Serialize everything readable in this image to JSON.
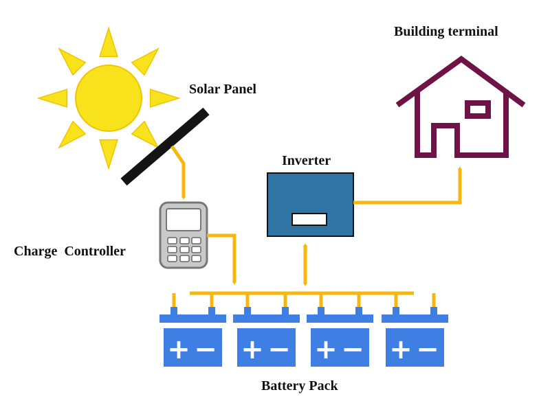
{
  "labels": {
    "solar_panel": "Solar Panel",
    "building_terminal": "Building terminal",
    "inverter": "Inverter",
    "charge_controller": "Charge  Controller",
    "battery_pack": "Battery Pack"
  },
  "battery": {
    "count": 4,
    "plus_symbol": "+",
    "minus_symbol": "−"
  },
  "colors": {
    "sun": "#f7e21b",
    "sun_outline": "#f2c400",
    "wire": "#f6b80e",
    "panel": "#141414",
    "inverter_fill": "#2f74a2",
    "inverter_border": "#111111",
    "house": "#6e1345",
    "battery": "#3f7ee3",
    "controller_body": "#c9c9c9",
    "controller_border": "#777777"
  }
}
